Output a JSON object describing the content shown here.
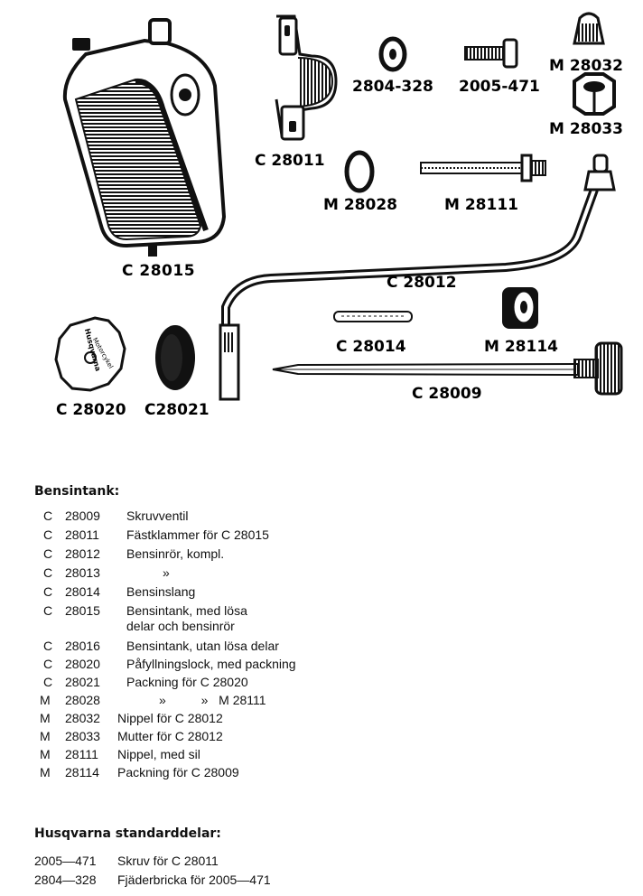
{
  "figure_labels": {
    "c28015": "C 28015",
    "c28011": "C 28011",
    "n2804_328": "2804-328",
    "n2005_471": "2005-471",
    "m28032": "M 28032",
    "m28033": "M 28033",
    "m28028": "M 28028",
    "m28111": "M 28111",
    "c28012": "C 28012",
    "c28014": "C 28014",
    "m28114": "M 28114",
    "c28009": "C 28009",
    "c28020": "C 28020",
    "c28021": "C28021"
  },
  "cap_text": [
    "Husqvarna",
    "Motorcykel"
  ],
  "bensintank": {
    "title": "Bensintank:",
    "items": [
      {
        "prefix": "C",
        "num": "28009",
        "desc": "Skruvventil"
      },
      {
        "prefix": "C",
        "num": "28011",
        "desc": "Fästklammer för C 28015"
      },
      {
        "prefix": "C",
        "num": "28012",
        "desc": "Bensinrör, kompl."
      },
      {
        "prefix": "C",
        "num": "28013",
        "desc": "»"
      },
      {
        "prefix": "C",
        "num": "28014",
        "desc": "Bensinslang"
      },
      {
        "prefix": "C",
        "num": "28015",
        "desc": "Bensintank, med lösa",
        "desc2": "delar och bensinrör"
      },
      {
        "prefix": "C",
        "num": "28016",
        "desc": "Bensintank, utan lösa delar"
      },
      {
        "prefix": "C",
        "num": "28020",
        "desc": "Påfyllningslock, med packning"
      },
      {
        "prefix": "C",
        "num": "28021",
        "desc": "Packning för C 28020"
      },
      {
        "prefix": "M",
        "num": "28028",
        "desc": "»          »   M 28111"
      },
      {
        "prefix": "M",
        "num": "28032",
        "desc": "Nippel för C 28012"
      },
      {
        "prefix": "M",
        "num": "28033",
        "desc": "Mutter för C 28012"
      },
      {
        "prefix": "M",
        "num": "28111",
        "desc": "Nippel, med sil"
      },
      {
        "prefix": "M",
        "num": "28114",
        "desc": "Packning för C 28009"
      }
    ]
  },
  "standard": {
    "title": "Husqvarna standarddelar:",
    "items": [
      {
        "code": "2005—471",
        "desc": "Skruv för C 28011"
      },
      {
        "code": "2804—328",
        "desc": "Fjäderbricka för 2005—471"
      }
    ]
  }
}
